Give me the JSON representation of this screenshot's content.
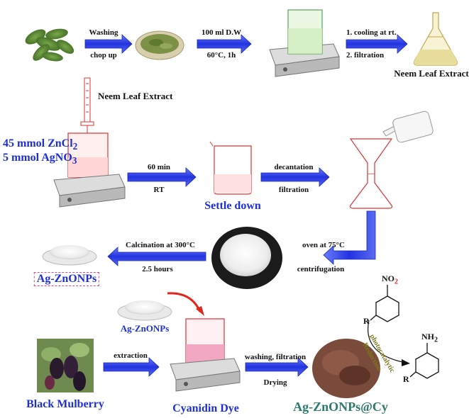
{
  "step1": {
    "arrow1_top": "Washing",
    "arrow1_bottom": "chop up",
    "arrow2_top": "100 ml D.W",
    "arrow2_bottom": "60°C, 1h",
    "arrow3_top": "1. cooling at rt.",
    "arrow3_bottom": "2. filtration",
    "product": "Neem Leaf Extract"
  },
  "step2": {
    "burette_label": "Neem Leaf Extract",
    "reagent1": "45 mmol ZnCl",
    "reagent1_sub": "2",
    "reagent2": "5 mmol AgNO",
    "reagent2_sub": "3",
    "arrow1_top": "60 min",
    "arrow1_bottom": "RT",
    "settle": "Settle down",
    "arrow2_top": "decantation",
    "arrow2_bottom": "filtration"
  },
  "step3": {
    "arrow1_top": "oven at 75°C",
    "arrow1_bottom": "centrifugation",
    "arrow2_top": "Calcination at 300°C",
    "arrow2_bottom": "2.5 hours",
    "product": "Ag-ZnONPs"
  },
  "step4": {
    "source": "Black Mulberry",
    "arrow1_top": "extraction",
    "catalyst": "Ag-ZnONPs",
    "dye": "Cyanidin Dye",
    "arrow2_top": "washing, filtration",
    "arrow2_bottom": "Drying",
    "product": "Ag-ZnONPs@Cy"
  },
  "reaction": {
    "no2": "NO",
    "no2_sub": "2",
    "nh2": "NH",
    "nh2_sub": "2",
    "r_top": "R",
    "r_bottom": "R",
    "arc_line1": "photocatalytic",
    "arc_line2": "Reduction"
  }
}
